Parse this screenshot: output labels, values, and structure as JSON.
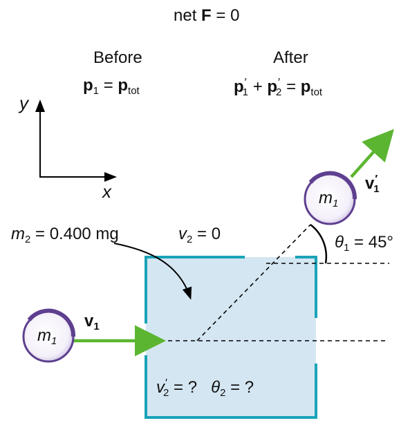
{
  "header": {
    "net_prefix": "net",
    "net_F": "F",
    "net_suffix": "= 0"
  },
  "before": {
    "title": "Before",
    "p": "p",
    "p_sub": "1",
    "equals": "=",
    "ptot": "p",
    "ptot_sub": "tot"
  },
  "after": {
    "title": "After",
    "p1": "p",
    "p1_prime": "′",
    "p1_sub": "1",
    "plus": "+",
    "p2": "p",
    "p2_prime": "′",
    "p2_sub": "2",
    "equals": "=",
    "ptot": "p",
    "ptot_sub": "tot"
  },
  "axes": {
    "y_label": "y",
    "x_label": "x"
  },
  "mass1_before": {
    "m": "m",
    "sub": "1"
  },
  "mass1_after": {
    "m": "m",
    "sub": "1"
  },
  "velocity_before": {
    "v": "v",
    "sub": "1"
  },
  "velocity_after": {
    "v": "v",
    "sup": "′",
    "sub": "1"
  },
  "target": {
    "m": "m",
    "m_sub": "2",
    "m_value": "= 0.400 mg",
    "v": "v",
    "v_sub": "2",
    "v_value": "= 0"
  },
  "angle": {
    "theta": "θ",
    "sub": "1",
    "value": "= 45°"
  },
  "unknowns": {
    "v": "v",
    "v_prime": "′",
    "v_sub": "2",
    "v_q": "= ?",
    "theta": "θ",
    "theta_sub": "2",
    "theta_q": "= ?"
  },
  "colors": {
    "box_fill": "#d4e6f2",
    "box_border": "#1aa3b8",
    "arrow": "#5cb531",
    "ball_ring": "#5e3f8f",
    "ball_fill": "#ffffff"
  }
}
